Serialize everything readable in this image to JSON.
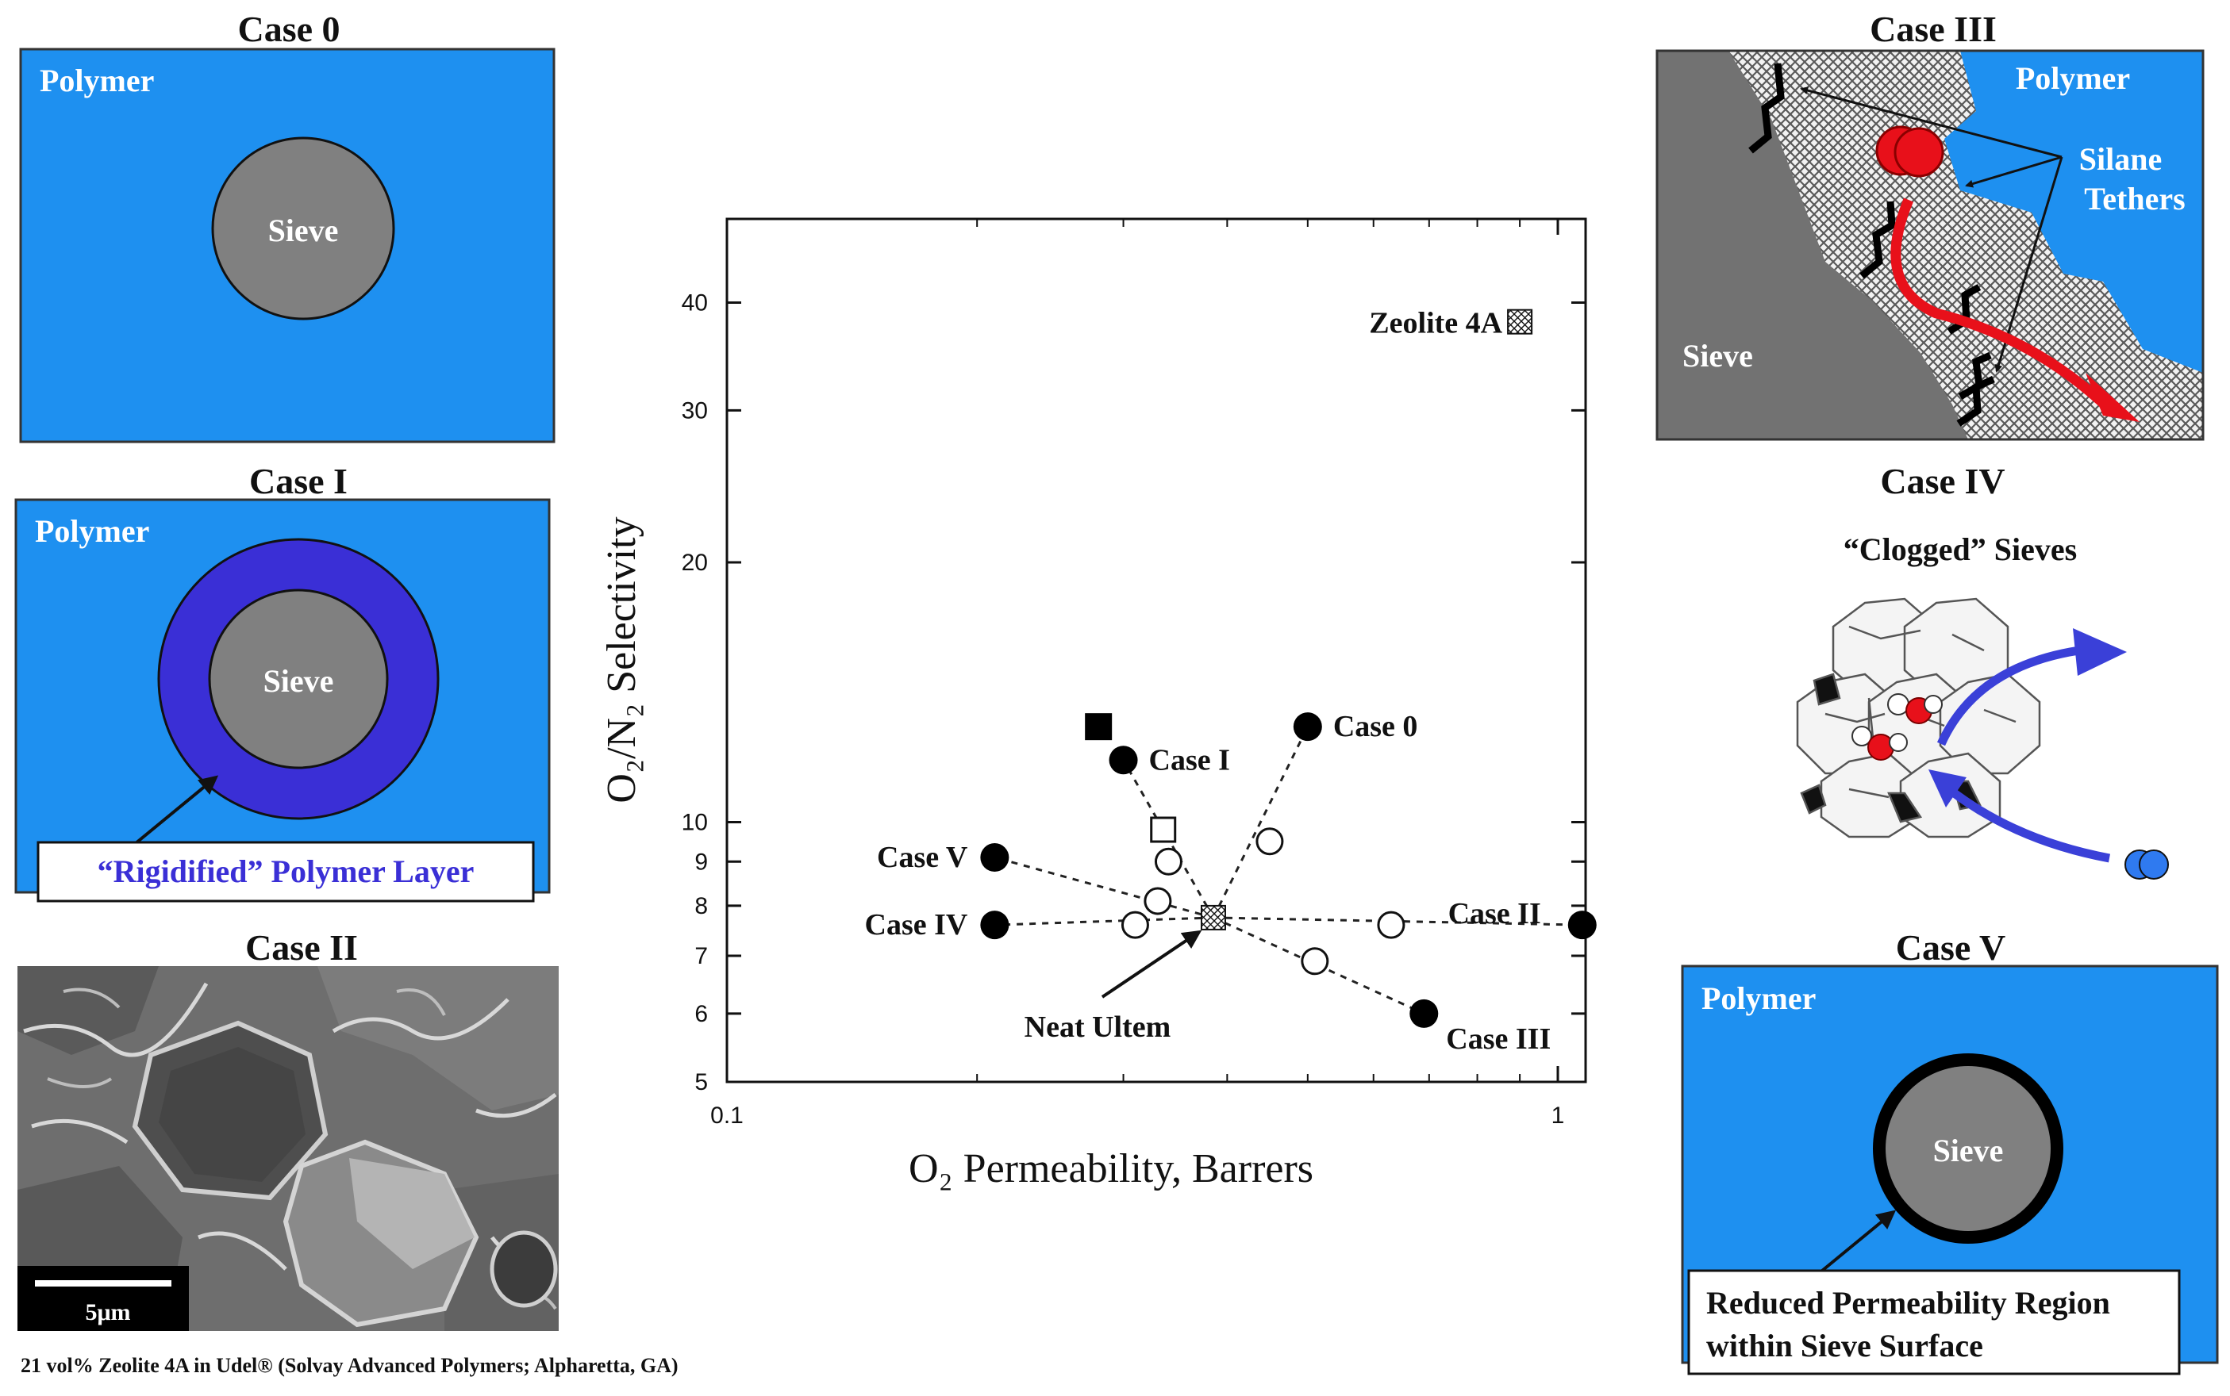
{
  "panels": {
    "case0": {
      "title": "Case 0",
      "polymer": "Polymer",
      "sieve": "Sieve"
    },
    "case1": {
      "title": "Case I",
      "polymer": "Polymer",
      "sieve": "Sieve",
      "callout": "“Rigidified” Polymer Layer"
    },
    "case2": {
      "title": "Case II",
      "scale": "5μm",
      "caption": "21 vol% Zeolite 4A in Udel® (Solvay Advanced Polymers; Alpharetta, GA)"
    },
    "case3": {
      "title": "Case III",
      "polymer": "Polymer",
      "tethers_line1": "Silane",
      "tethers_line2": "Tethers",
      "sieve": "Sieve"
    },
    "case4": {
      "title": "Case IV",
      "subtitle": "“Clogged” Sieves"
    },
    "case5": {
      "title": "Case V",
      "polymer": "Polymer",
      "sieve": "Sieve",
      "callout_line1": "Reduced Permeability Region",
      "callout_line2": "within Sieve Surface"
    }
  },
  "colors": {
    "polymer": "#1e90f0",
    "sieve": "#808080",
    "rigid": "#3a2fd6",
    "arrow_red": "#e8101a",
    "arrow_blue": "#3a40d8"
  },
  "chart_data": {
    "type": "scatter",
    "xlabel": "O₂ Permeability, Barrers",
    "ylabel": "O₂/N₂ Selectivity",
    "xscale": "log",
    "yscale": "log",
    "xlim": [
      0.1,
      1.08
    ],
    "ylim": [
      5,
      50
    ],
    "xticks": [
      0.1,
      1
    ],
    "yticks": [
      5,
      6,
      7,
      8,
      9,
      10,
      20,
      30,
      40
    ],
    "neat": {
      "name": "Neat Ultem",
      "x": 0.385,
      "y": 7.75,
      "marker": "hatched-square"
    },
    "zeolite": {
      "name": "Zeolite 4A",
      "x": 0.9,
      "y": 38,
      "marker": "hatched-square"
    },
    "cases": [
      {
        "name": "Case 0",
        "filled": [
          0.5,
          12.9
        ],
        "open": [
          [
            0.45,
            9.5
          ]
        ],
        "label_side": "right"
      },
      {
        "name": "Case I",
        "filled": [
          0.3,
          11.8
        ],
        "open": [
          [
            0.34,
            9.0
          ]
        ],
        "extra_filled_square": [
          0.28,
          12.9
        ],
        "extra_open_square": [
          0.335,
          9.8
        ],
        "label_side": "right"
      },
      {
        "name": "Case II",
        "filled": [
          1.07,
          7.6
        ],
        "open": [
          [
            0.63,
            7.6
          ]
        ],
        "label_side": "left-above"
      },
      {
        "name": "Case III",
        "filled": [
          0.69,
          6.0
        ],
        "open": [
          [
            0.51,
            6.9
          ]
        ],
        "label_side": "right-below"
      },
      {
        "name": "Case IV",
        "filled": [
          0.21,
          7.6
        ],
        "open": [
          [
            0.31,
            7.6
          ]
        ],
        "label_side": "left"
      },
      {
        "name": "Case V",
        "filled": [
          0.21,
          9.1
        ],
        "open": [
          [
            0.33,
            8.1
          ]
        ],
        "label_side": "left"
      }
    ]
  }
}
